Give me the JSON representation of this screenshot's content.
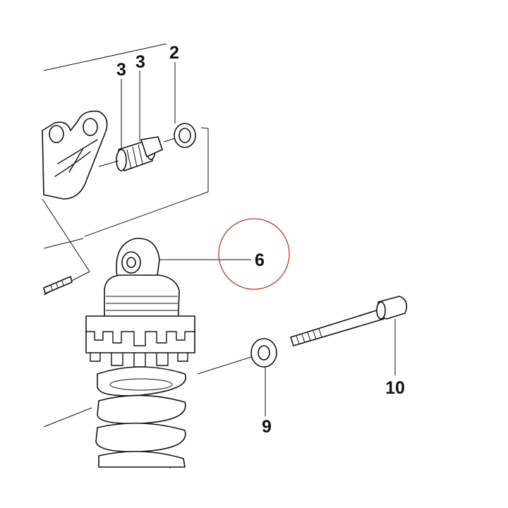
{
  "diagram": {
    "callouts": [
      {
        "id": "c3a",
        "label": "3"
      },
      {
        "id": "c3b",
        "label": "3"
      },
      {
        "id": "c2",
        "label": "2"
      },
      {
        "id": "c6",
        "label": "6"
      },
      {
        "id": "c9",
        "label": "9"
      },
      {
        "id": "c10",
        "label": "10"
      }
    ],
    "highlight_color": "#c0392b",
    "line_color": "#111111"
  }
}
